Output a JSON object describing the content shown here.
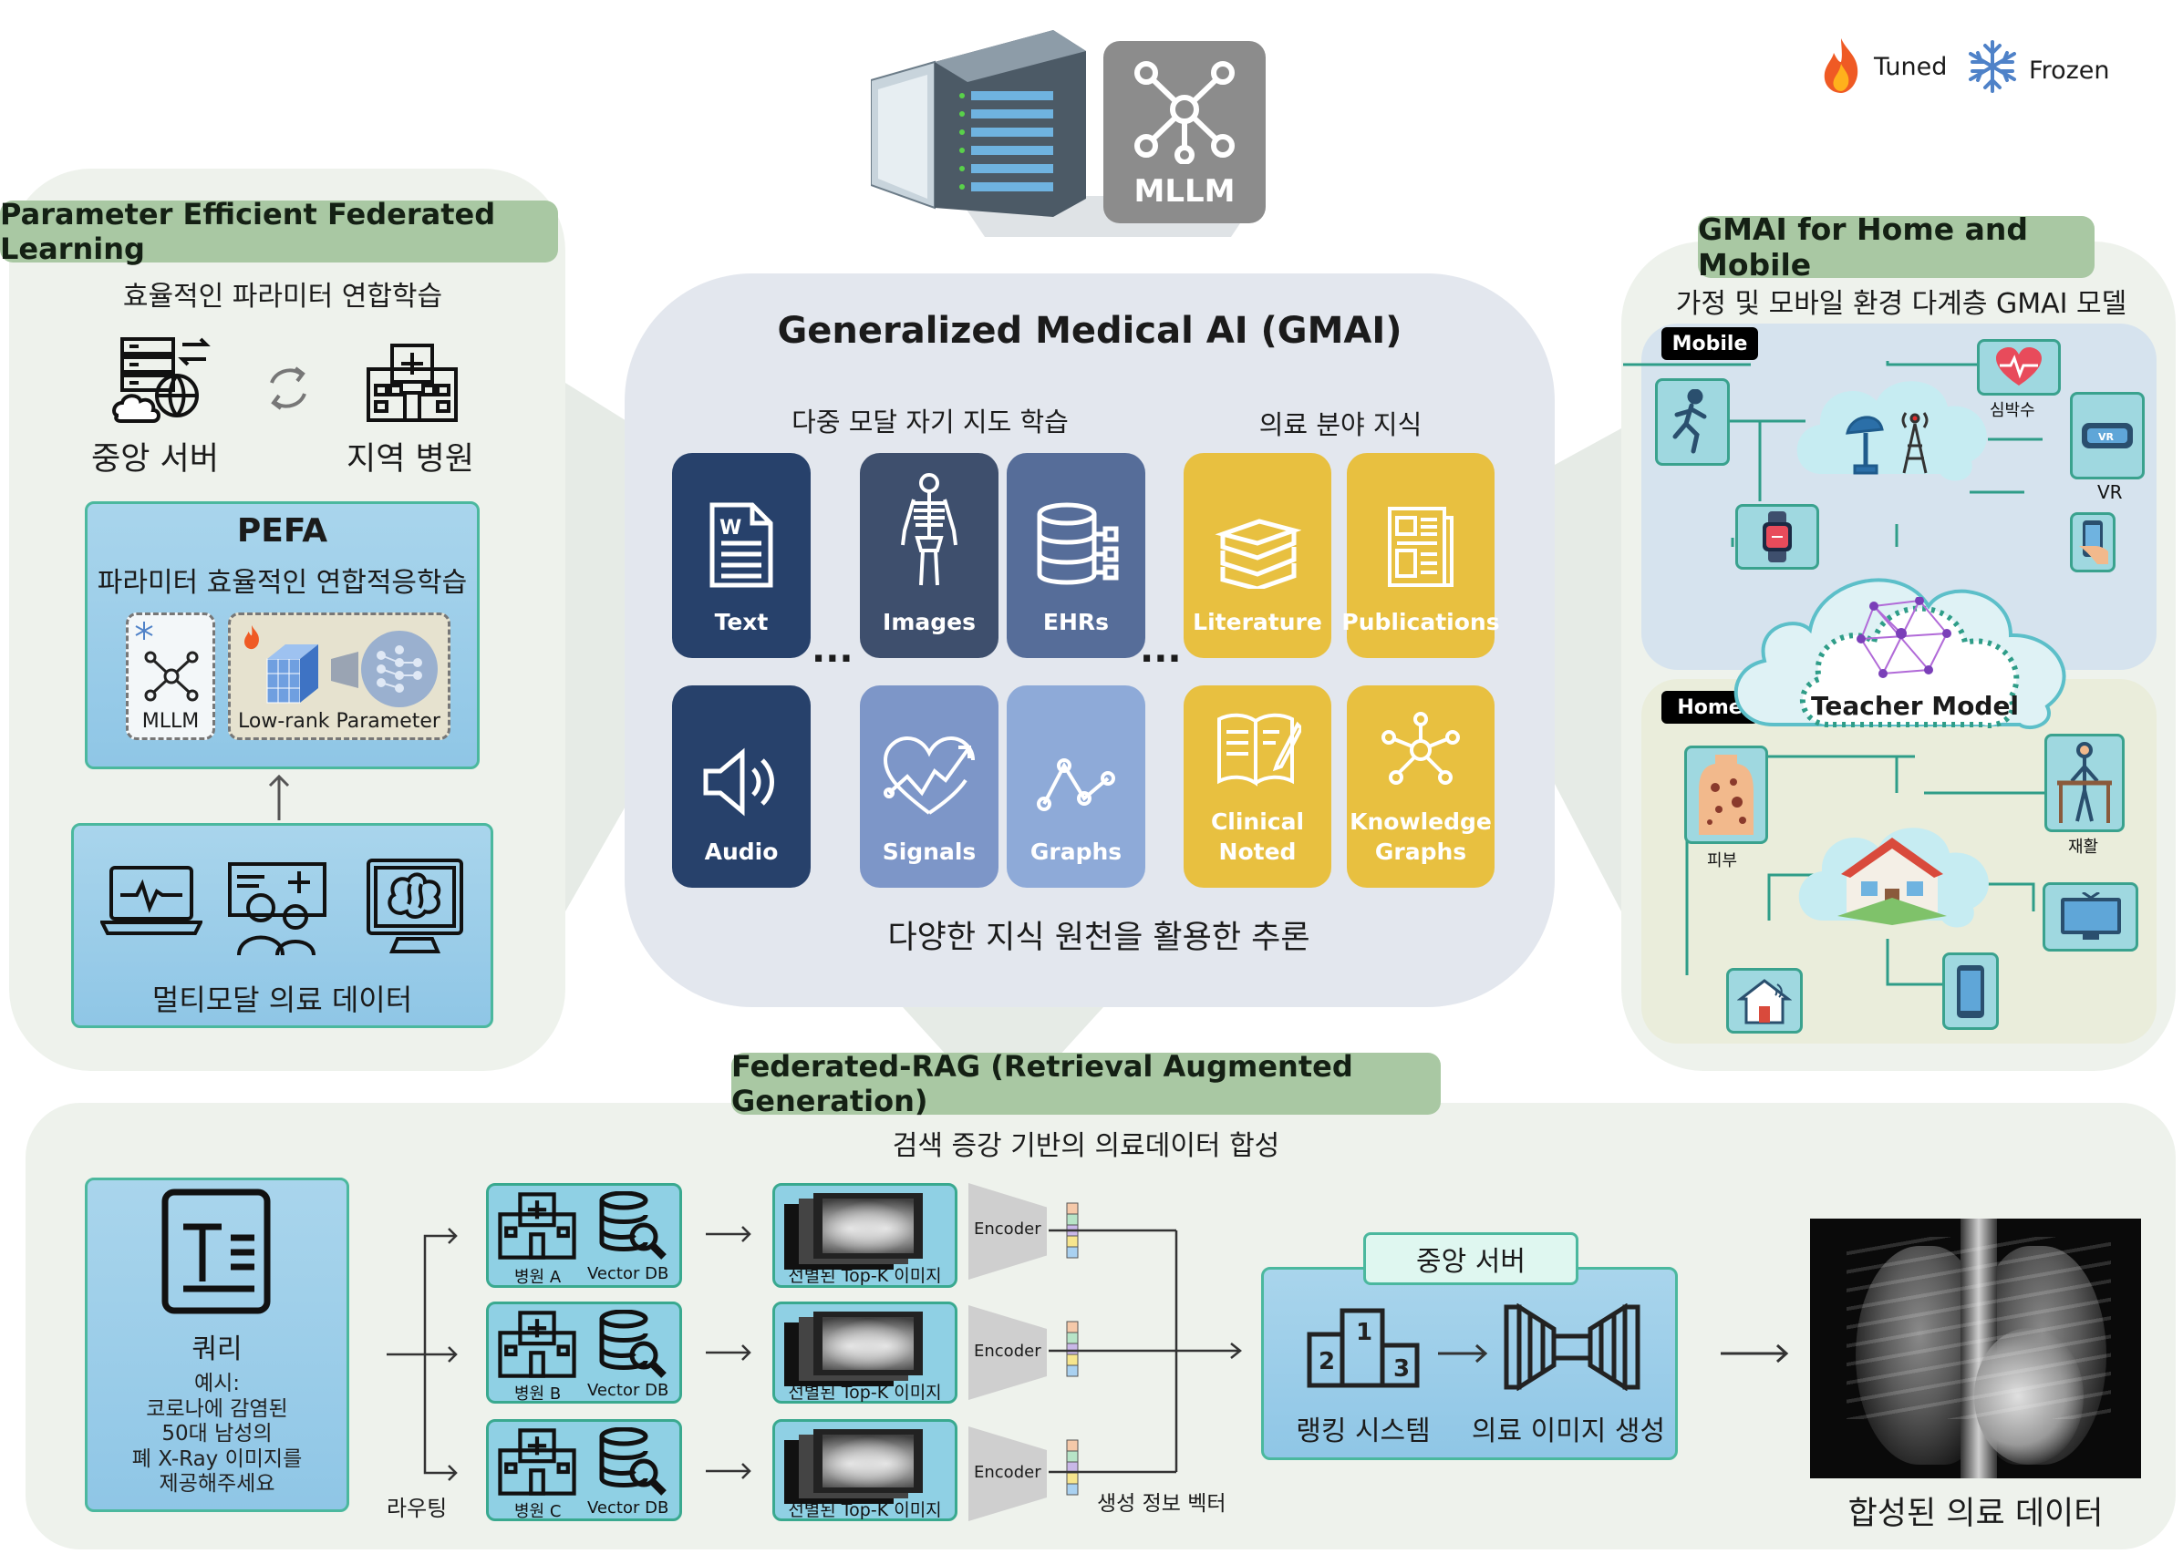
{
  "legend": {
    "tuned": "Tuned",
    "frozen": "Frozen"
  },
  "top": {
    "mllm_label": "MLLM"
  },
  "gmai": {
    "title": "Generalized Medical AI (GMAI)",
    "left_heading": "다중 모달 자기 지도 학습",
    "right_heading": "의료 분야 지식",
    "ellipsis": "···",
    "cards": {
      "text": "Text",
      "images": "Images",
      "ehrs": "EHRs",
      "audio": "Audio",
      "signals": "Signals",
      "graphs": "Graphs",
      "literature": "Literature",
      "publications": "Publications",
      "clinical_1": "Clinical",
      "clinical_2": "Noted",
      "knowledge_1": "Knowledge",
      "knowledge_2": "Graphs"
    },
    "footer": "다양한 지식 원천을 활용한 추론"
  },
  "pefl": {
    "title": "Parameter Efficient Federated Learning",
    "subtitle": "효율적인 파라미터 연합학습",
    "central_server": "중앙 서버",
    "local_hospital": "지역 병원",
    "pefa_title": "PEFA",
    "pefa_sub": "파라미터 효율적인 연합적응학습",
    "mllm": "MLLM",
    "lowrank": "Low-rank Parameter",
    "multimodal": "멀티모달 의료 데이터"
  },
  "home": {
    "title": "GMAI for Home and Mobile",
    "subtitle": "가정 및 모바일 환경 다계층 GMAI 모델",
    "mobile_tag": "Mobile",
    "home_tag": "Home",
    "heart": "심박수",
    "vr": "VR",
    "teacher": "Teacher Model",
    "skin": "피부",
    "rehab": "재활"
  },
  "rag": {
    "title": "Federated-RAG (Retrieval Augmented Generation)",
    "subtitle": "검색 증강 기반의 의료데이터 합성",
    "query_title": "쿼리",
    "query_example": [
      "예시:",
      "코로나에 감염된",
      "50대 남성의",
      "폐 X-Ray 이미지를",
      "제공해주세요"
    ],
    "routing": "라우팅",
    "hospitals": [
      "병원 A",
      "병원 B",
      "병원 C"
    ],
    "vectordb": "Vector DB",
    "topk": "선별된 Top-K 이미지",
    "encoder": "Encoder",
    "vector_label": "생성 정보 벡터",
    "central_server": "중앙 서버",
    "ranking": "랭킹 시스템",
    "generation": "의료 이미지 생성",
    "result": "합성된 의료 데이터"
  },
  "colors": {
    "panel": "#eef2ec",
    "pill": "#a9c8a3",
    "navy": "#27416b",
    "gold": "#e8c040",
    "teal": "#4bb89e"
  }
}
